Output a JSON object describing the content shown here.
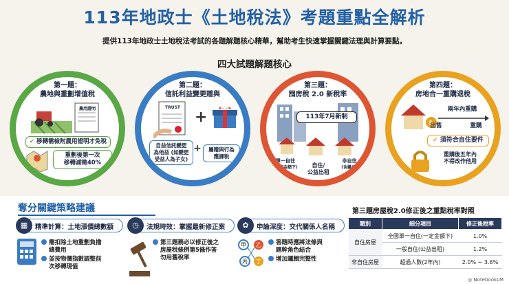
{
  "header": {
    "title": "113年地政士《土地稅法》考題重點全解析",
    "subtitle": "提供113年地政士土地稅法考試的各題解題核心精華，幫助考生快速掌握關鍵法理與計算要點。",
    "section_title": "四大試題解題核心"
  },
  "q1": {
    "title_line1": "第一題：",
    "title_line2": "農地與重劃增值稅",
    "doc_label": "農用證明",
    "pill1": "移轉需檢附農用證明才免稅",
    "pill2_line1": "重劃後第一次",
    "pill2_line2": "移轉減徵40%"
  },
  "q2": {
    "title_line1": "第二題：",
    "title_line2": "信託利益變更贈與",
    "trust_label": "TRUST",
    "note1_line1": "自益信託變更",
    "note1_line2": "為他益 (如變更",
    "note1_line3": "受益人為子女)",
    "note2_line1": "屬贈與行為",
    "note2_line2": "應課稅"
  },
  "q3": {
    "title_line1": "第三題：",
    "title_line2": "囤房稅 2.0 新稅率",
    "date_badge": "113年7月新制",
    "label1_line1": "單一自住",
    "label1_line2": "(一定金額下)",
    "label2_line1": "自住/",
    "label2_line2": "公益出租",
    "label3_line1": "非自住",
    "label3_line2": "(含繼承)"
  },
  "q4": {
    "title_line1": "第四題：",
    "title_line2": "房地合一重購退稅",
    "within2": "兩年內重購",
    "sell": "出售",
    "rebuy": "重購",
    "pill1": "須符合自住要件",
    "note_line1": "重購後五年內",
    "note_line2": "不得改作他用"
  },
  "strategy": {
    "title": "奪分關鍵策略建議",
    "cards": [
      {
        "icon": "calculator-icon",
        "head": "精準計算：土地漲價總數額",
        "b1": "需扣除土地重劃負擔",
        "b1b": "總費用",
        "b2": "並按物價指數調整前",
        "b2b": "次移轉現值"
      },
      {
        "icon": "clock-icon",
        "head": "法規時效：掌握最新修正案",
        "b1": "第三題務必以修正後之",
        "b1b": "房屋稅條例第5條作答",
        "b2": "勿用舊稅率",
        "b2b": ""
      },
      {
        "icon": "brain-icon",
        "head": "申論深度：交代關係人名稱",
        "b1": "答題時應將法條與",
        "b1b": "題幹角色結合",
        "b2": "增加邏輯完整性",
        "b2b": ""
      }
    ]
  },
  "table": {
    "title": "第三題房屋稅2.0修正後之重點稅率對照",
    "headers": [
      "類別",
      "細分項目",
      "修正後稅率"
    ],
    "row1": {
      "cat": "自住房屋",
      "item": "全國單一自住(一定金額下)",
      "rate": "1.0%"
    },
    "row2": {
      "item": "一般自住(公益出租)",
      "rate": "1.2%"
    },
    "row3": {
      "cat": "非自住房屋",
      "item": "超過人數(2年內)",
      "rate": "2.0% ~ 3.6%"
    }
  },
  "footer": {
    "logo": "NotebookLM"
  },
  "colors": {
    "green": "#5aa845",
    "blue": "#3a7cc3",
    "red": "#dd5533",
    "orange": "#e8a220",
    "navy": "#2a3a5c"
  }
}
